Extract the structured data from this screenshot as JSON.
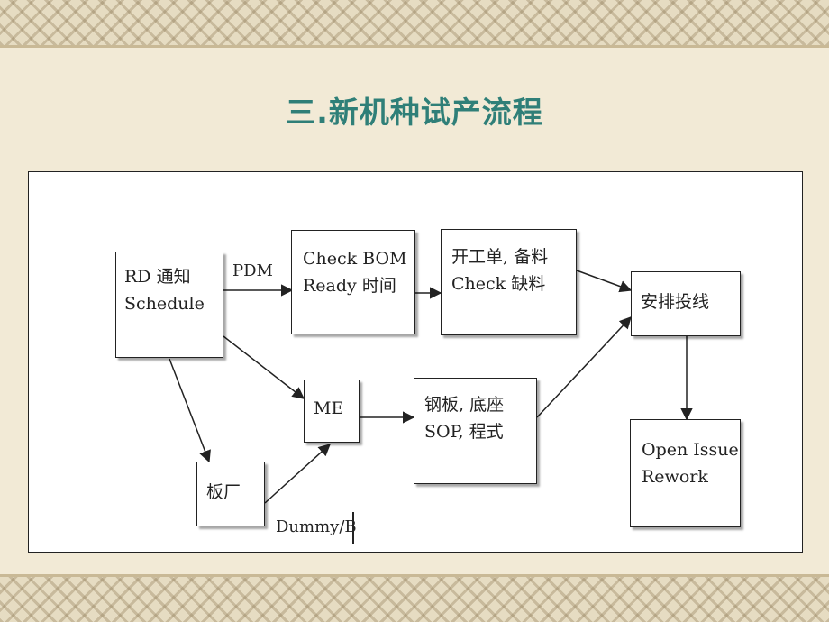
{
  "title": "三.新机种试产流程",
  "nodes": {
    "rd": {
      "line1": "RD 通知",
      "line2": "Schedule"
    },
    "checkbom": {
      "line1": "Check BOM",
      "line2": "Ready 时间"
    },
    "workorder": {
      "line1": "开工单, 备料",
      "line2": "Check 缺料"
    },
    "arrange": {
      "line1": "安排投线"
    },
    "me": {
      "line1": "ME"
    },
    "steel": {
      "line1": "钢板, 底座",
      "line2": "SOP, 程式"
    },
    "board": {
      "line1": "板厂"
    },
    "issue": {
      "line1": "Open Issue",
      "line2": "Rework"
    }
  },
  "edge_labels": {
    "pdm": "PDM",
    "dummy": "Dummy/B"
  }
}
